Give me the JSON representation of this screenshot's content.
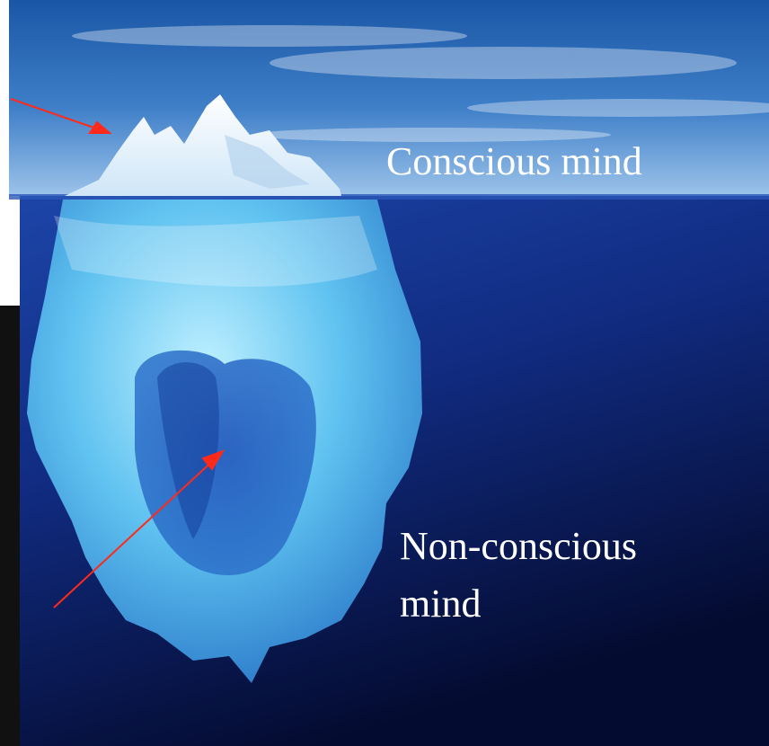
{
  "labels": {
    "conscious": "Conscious mind",
    "nonconscious_line1": "Non-conscious",
    "nonconscious_line2": "mind"
  },
  "colors": {
    "sky_top": "#1f5fae",
    "sky_horizon": "#8fb8e6",
    "water_top": "#1a3f9e",
    "water_bottom": "#05103a",
    "ice": "#7fd0f5",
    "arrow": "#ff2a1a",
    "text": "#ffffff"
  },
  "icons": [
    "iceberg-illustration",
    "arrow-icon"
  ]
}
